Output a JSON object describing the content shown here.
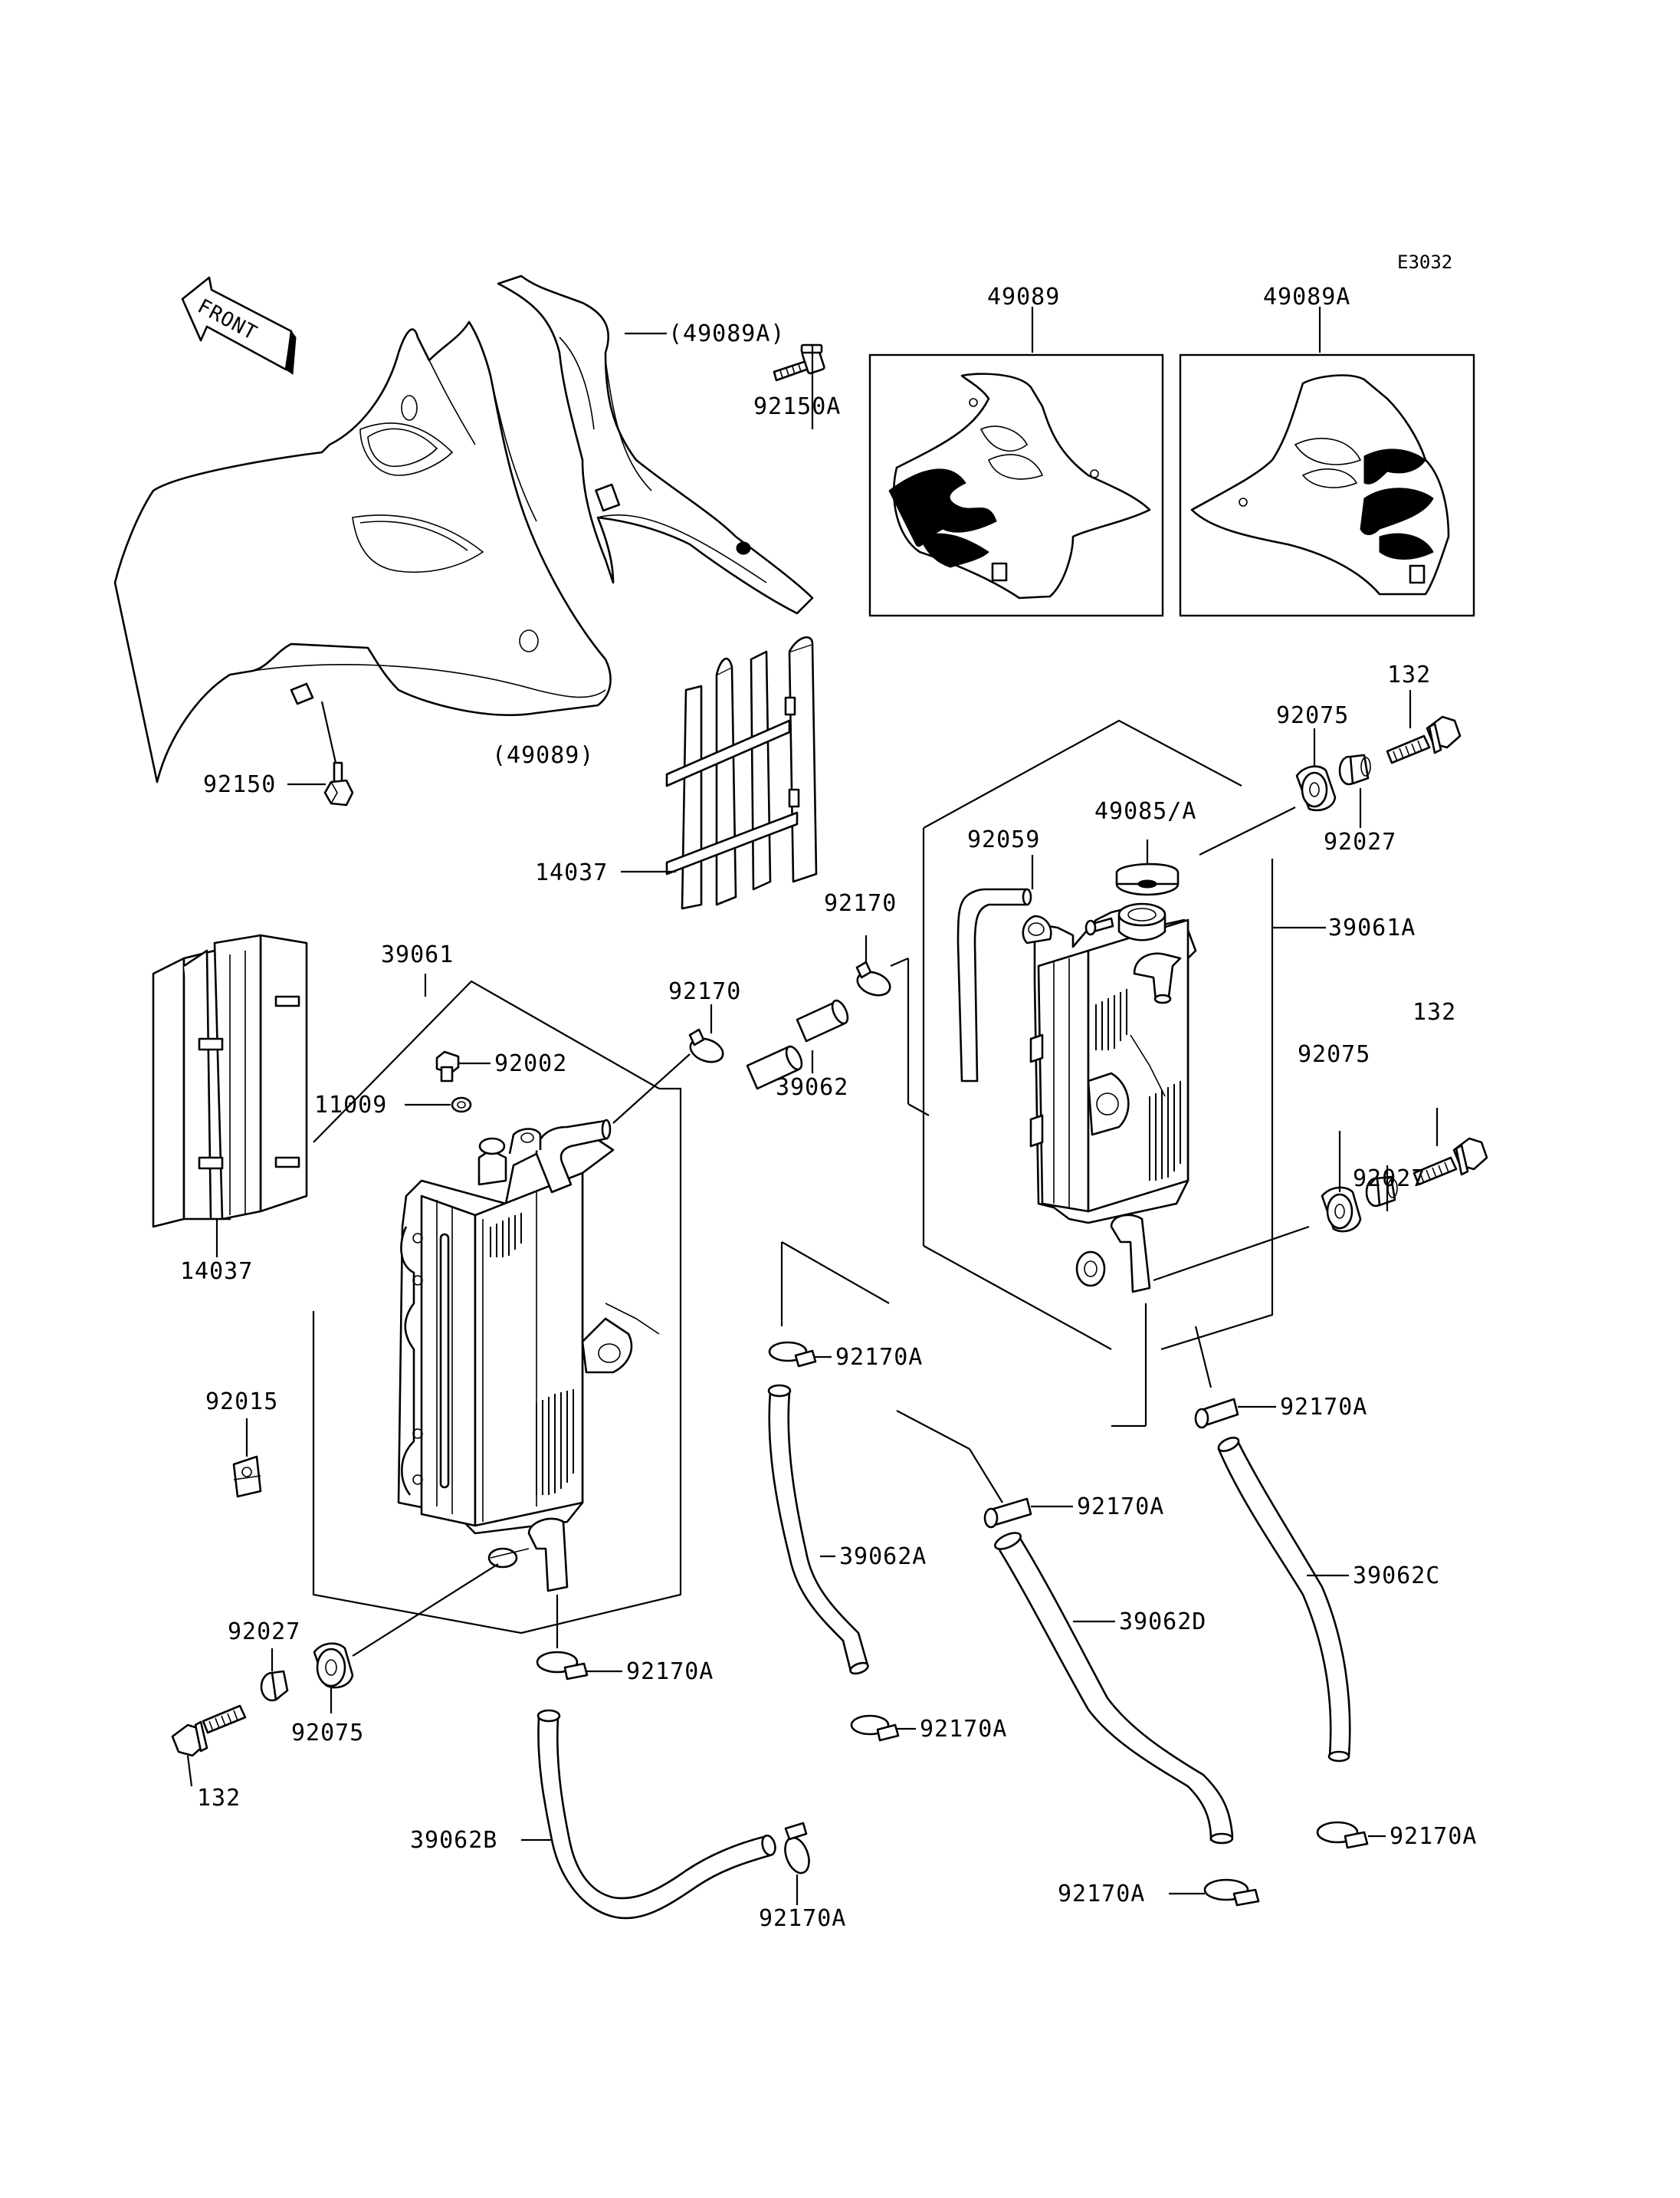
{
  "diagram_code": "E3032",
  "front_arrow_label": "FRONT",
  "labels": {
    "l_49089A_paren": "(49089A)",
    "l_92150A": "92150A",
    "l_49089_box": "49089",
    "l_49089A_box": "49089A",
    "l_49089_paren": "(49089)",
    "l_92150": "92150",
    "l_14037_top": "14037",
    "l_132_top": "132",
    "l_92075_top": "92075",
    "l_49085A": "49085/A",
    "l_92059": "92059",
    "l_92027_top": "92027",
    "l_92170_a": "92170",
    "l_39061A": "39061A",
    "l_39061": "39061",
    "l_92170_b": "92170",
    "l_92002": "92002",
    "l_11009": "11009",
    "l_39062": "39062",
    "l_132_mid": "132",
    "l_92075_mid": "92075",
    "l_92027_mid": "92027",
    "l_14037_left": "14037",
    "l_92170A_1": "92170A",
    "l_92015": "92015",
    "l_92170A_2": "92170A",
    "l_92170A_3": "92170A",
    "l_39062A": "39062A",
    "l_39062C": "39062C",
    "l_39062D": "39062D",
    "l_92027_bot": "92027",
    "l_92170A_4": "92170A",
    "l_92170A_5": "92170A",
    "l_92075_bot": "92075",
    "l_132_bot": "132",
    "l_92170A_6": "92170A",
    "l_39062B": "39062B",
    "l_92170A_7": "92170A",
    "l_92170A_8": "92170A"
  }
}
